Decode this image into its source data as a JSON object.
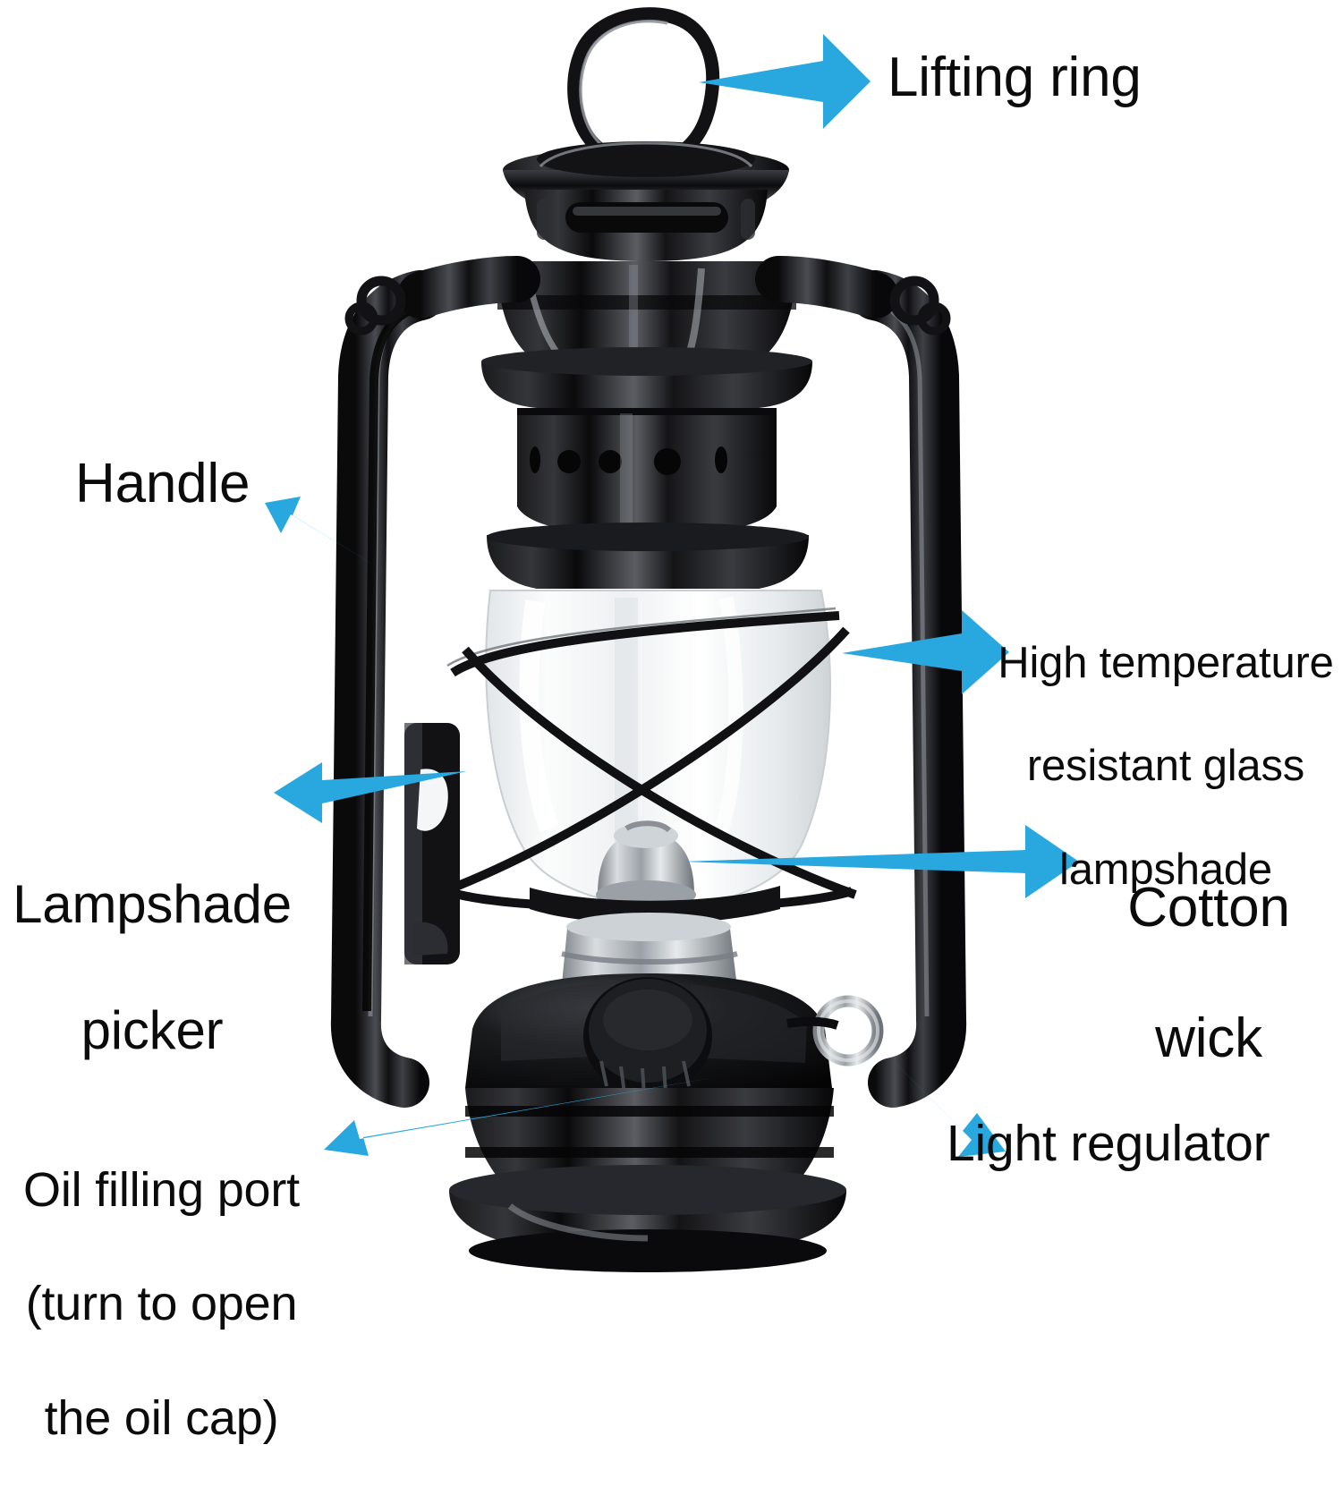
{
  "image": {
    "subject": "vintage black kerosene hurricane lantern",
    "background_color": "#ffffff",
    "arrow_color": "#29a8e0",
    "text_color": "#0b0b0b",
    "body_color": "#111111",
    "metal_color": "#b9bcc0",
    "glass_color": "#f2f4f5"
  },
  "callouts": [
    {
      "id": "lifting-ring",
      "label": "Lifting ring",
      "lines": [
        "Lifting ring"
      ],
      "arrow_direction": "right",
      "target": "wire loop on top of the lantern cap"
    },
    {
      "id": "handle",
      "label": "Handle",
      "lines": [
        "Handle"
      ],
      "arrow_direction": "up-left",
      "target": "left vertical frame tube"
    },
    {
      "id": "glass-lampshade",
      "label": "High temperature resistant glass lampshade",
      "lines": [
        "High temperature",
        "resistant glass",
        "lampshade"
      ],
      "arrow_direction": "right",
      "target": "clear glass globe"
    },
    {
      "id": "lampshade-picker",
      "label": "Lampshade picker",
      "lines": [
        "Lampshade",
        "picker"
      ],
      "arrow_direction": "left",
      "target": "lever on left frame"
    },
    {
      "id": "cotton-wick",
      "label": "Cotton wick",
      "lines": [
        "Cotton",
        "wick"
      ],
      "arrow_direction": "right",
      "target": "silver burner wick holder inside the globe"
    },
    {
      "id": "oil-filling-port",
      "label": "Oil filling port (turn to open the oil cap)",
      "lines": [
        "Oil filling port",
        "(turn to open",
        "the oil cap)"
      ],
      "arrow_direction": "down-left",
      "target": "knurled cap on the fuel tank"
    },
    {
      "id": "light-regulator",
      "label": "Light regulator",
      "lines": [
        "Light regulator"
      ],
      "arrow_direction": "down-right",
      "target": "silver ring knob on right of fuel tank"
    }
  ],
  "labels": {
    "lifting_ring": "Lifting ring",
    "handle": "Handle",
    "glass_l1": "High temperature",
    "glass_l2": "resistant glass",
    "glass_l3": "lampshade",
    "picker_l1": "Lampshade",
    "picker_l2": "picker",
    "wick_l1": "Cotton",
    "wick_l2": "wick",
    "oil_l1": "Oil filling port",
    "oil_l2": "(turn to open",
    "oil_l3": "the oil cap)",
    "regulator": "Light regulator"
  }
}
